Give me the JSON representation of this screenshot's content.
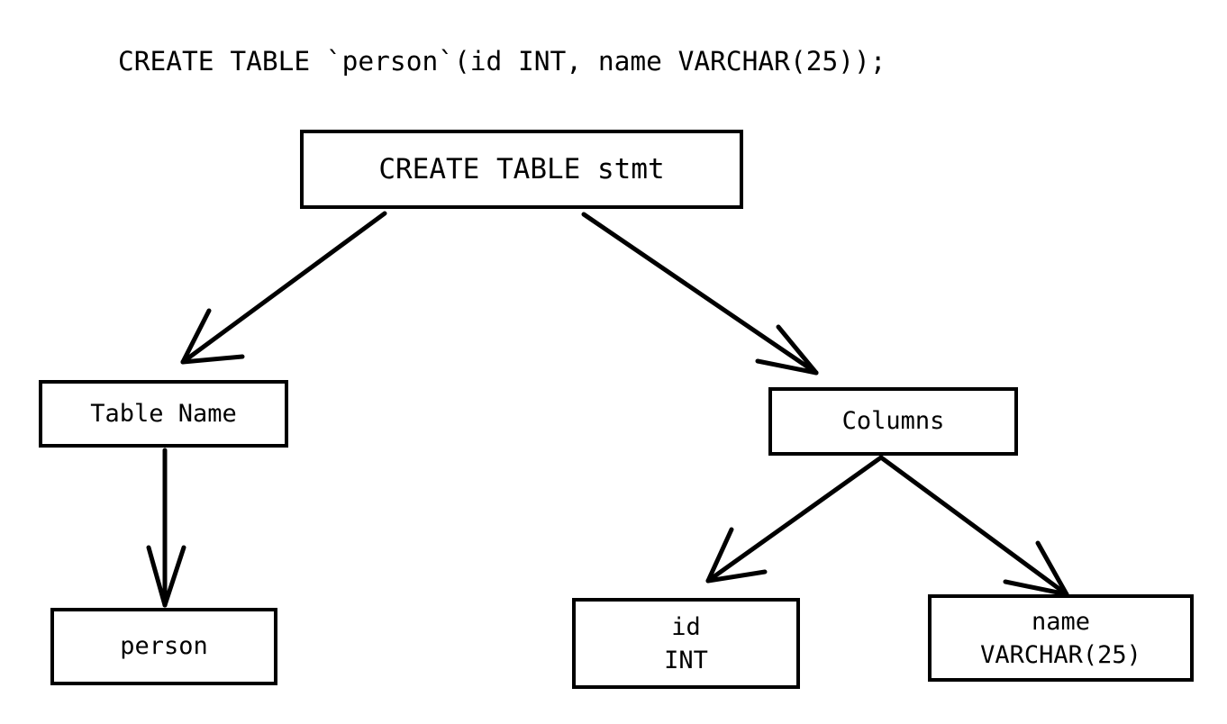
{
  "page": {
    "title": "CREATE TABLE `person`(id INT, name VARCHAR(25));",
    "background_color": "#ffffff",
    "ink_color": "#000000"
  },
  "diagram": {
    "type": "tree",
    "nodes": [
      {
        "id": "root",
        "label": "CREATE TABLE stmt",
        "line1": "CREATE TABLE stmt",
        "line2": ""
      },
      {
        "id": "tname",
        "label": "Table Name",
        "line1": "Table Name",
        "line2": ""
      },
      {
        "id": "person",
        "label": "person",
        "line1": "person",
        "line2": ""
      },
      {
        "id": "cols",
        "label": "Columns",
        "line1": "Columns",
        "line2": ""
      },
      {
        "id": "id",
        "label": "id INT",
        "line1": "id",
        "line2": "INT"
      },
      {
        "id": "name",
        "label": "name VARCHAR(25)",
        "line1": "name",
        "line2": "VARCHAR(25)"
      }
    ],
    "edges": [
      {
        "from": "root",
        "to": "tname",
        "arrow": "open-v"
      },
      {
        "from": "root",
        "to": "cols",
        "arrow": "open-v"
      },
      {
        "from": "tname",
        "to": "person",
        "arrow": "open-v"
      },
      {
        "from": "cols",
        "to": "id",
        "arrow": "open-v"
      },
      {
        "from": "cols",
        "to": "name",
        "arrow": "open-v"
      }
    ]
  }
}
